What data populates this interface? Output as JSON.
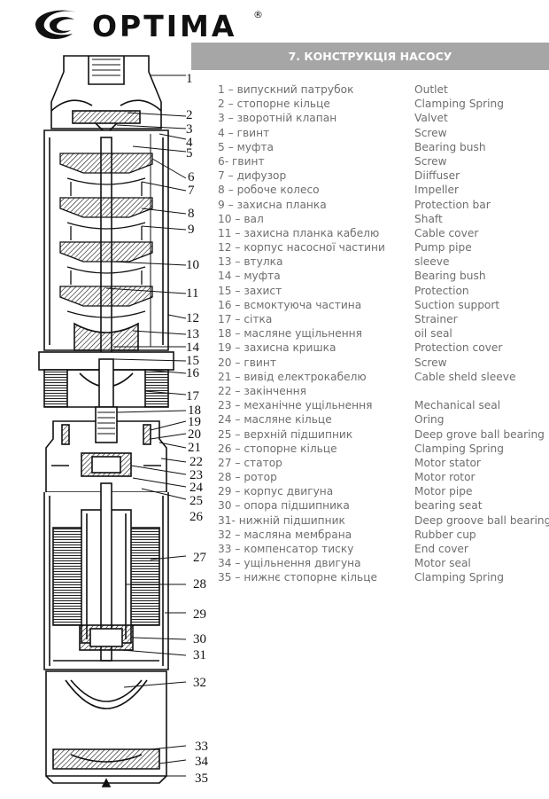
{
  "brand": {
    "name": "OPTIMA",
    "reg_mark": "®"
  },
  "section_title": "7. КОНСТРУКЦІЯ НАСОСУ",
  "parts": [
    {
      "uk": "1 – випускний патрубок",
      "en": "Outlet"
    },
    {
      "uk": "2 – стопорне кільце",
      "en": "Clamping Spring"
    },
    {
      "uk": "3 – зворотній клапан",
      "en": "Valvet"
    },
    {
      "uk": "4 – гвинт",
      "en": "Screw"
    },
    {
      "uk": "5 – муфта",
      "en": "Bearing bush"
    },
    {
      "uk": "6- гвинт",
      "en": "Screw"
    },
    {
      "uk": "7 – дифузор",
      "en": "Diiffuser"
    },
    {
      "uk": "8 – робоче колесо",
      "en": "Impeller"
    },
    {
      "uk": "9 – захисна планка",
      "en": "Protection bar"
    },
    {
      "uk": "10 – вал",
      "en": "Shaft"
    },
    {
      "uk": "11 – захисна планка кабелю",
      "en": "Cable cover"
    },
    {
      "uk": "12 – корпус насосної частини",
      "en": "Pump pipe"
    },
    {
      "uk": "13 – втулка",
      "en": "sleeve"
    },
    {
      "uk": "14 – муфта",
      "en": "Bearing bush"
    },
    {
      "uk": "15 – захист",
      "en": "Protection"
    },
    {
      "uk": "16 – всмоктуюча частина",
      "en": "Suction support"
    },
    {
      "uk": "17 – сітка",
      "en": "Strainer"
    },
    {
      "uk": "18 – масляне ущільнення",
      "en": "oil seal"
    },
    {
      "uk": "19 – захисна кришка",
      "en": "Protection cover"
    },
    {
      "uk": "20 – гвинт",
      "en": "Screw"
    },
    {
      "uk": "21 – вивід електрокабелю",
      "en": "Cable sheld sleeve"
    },
    {
      "uk": "22 – закінчення",
      "en": ""
    },
    {
      "uk": "23 – механічне ущільнення",
      "en": "Mechanical seal"
    },
    {
      "uk": "24 – масляне кільце",
      "en": "Oring"
    },
    {
      "uk": "25 – верхній підшипник",
      "en": "Deep grove ball bearing"
    },
    {
      "uk": "26 – стопорне кільце",
      "en": "Clamping Spring"
    },
    {
      "uk": "27 – статор",
      "en": "Motor stator"
    },
    {
      "uk": "28 – ротор",
      "en": "Motor rotor"
    },
    {
      "uk": "29 – корпус двигуна",
      "en": "Motor pipe"
    },
    {
      "uk": "30 – опора підшипника",
      "en": "bearing seat"
    },
    {
      "uk": "31- нижній підшипник",
      "en": "Deep groove ball bearing"
    },
    {
      "uk": "32 – масляна мембрана",
      "en": "Rubber cup"
    },
    {
      "uk": "33 – компенсатор тиску",
      "en": "End cover"
    },
    {
      "uk": "34 – ущільнення двигуна",
      "en": "Motor seal"
    },
    {
      "uk": "35 – нижнє стопорне кільце",
      "en": "Clamping Spring"
    }
  ],
  "callouts": [
    "1",
    "2",
    "3",
    "4",
    "5",
    "6",
    "7",
    "8",
    "9",
    "10",
    "11",
    "12",
    "13",
    "14",
    "15",
    "16",
    "17",
    "18",
    "19",
    "20",
    "21",
    "22",
    "23",
    "24",
    "25",
    "26",
    "27",
    "28",
    "29",
    "30",
    "31",
    "32",
    "33",
    "34",
    "35"
  ]
}
